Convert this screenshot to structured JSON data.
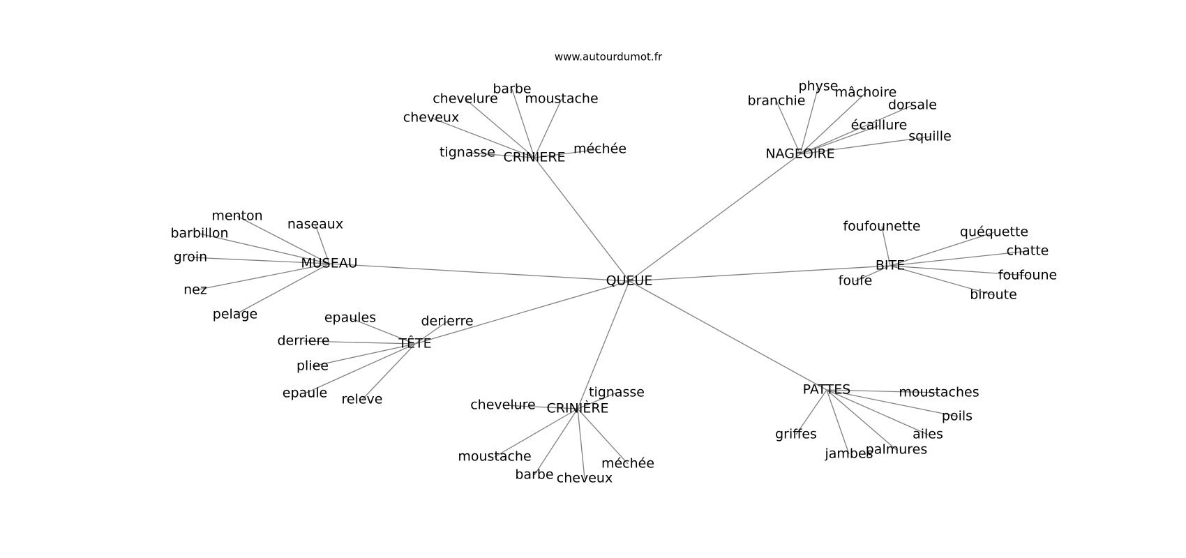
{
  "source_text": "www.autourdumot.fr",
  "graph": {
    "center": "QUEUE",
    "nodes": [
      {
        "id": "queue",
        "label": "QUEUE"
      },
      {
        "id": "criniere1",
        "label": "CRINIERE"
      },
      {
        "id": "c1_barbe",
        "label": "barbe"
      },
      {
        "id": "c1_chevelure",
        "label": "chevelure"
      },
      {
        "id": "c1_moustache",
        "label": "moustache"
      },
      {
        "id": "c1_cheveux",
        "label": "cheveux"
      },
      {
        "id": "c1_tignasse",
        "label": "tignasse"
      },
      {
        "id": "c1_mechee",
        "label": "méchée"
      },
      {
        "id": "nageoire",
        "label": "NAGEOIRE"
      },
      {
        "id": "n_branchie",
        "label": "branchie"
      },
      {
        "id": "n_physe",
        "label": "physe"
      },
      {
        "id": "n_machoire",
        "label": "mâchoire"
      },
      {
        "id": "n_dorsale",
        "label": "dorsale"
      },
      {
        "id": "n_ecaillure",
        "label": "écaillure"
      },
      {
        "id": "n_squille",
        "label": "squille"
      },
      {
        "id": "museau",
        "label": "MUSEAU"
      },
      {
        "id": "m_menton",
        "label": "menton"
      },
      {
        "id": "m_naseaux",
        "label": "naseaux"
      },
      {
        "id": "m_barbillon",
        "label": "barbillon"
      },
      {
        "id": "m_groin",
        "label": "groin"
      },
      {
        "id": "m_nez",
        "label": "nez"
      },
      {
        "id": "m_pelage",
        "label": "pelage"
      },
      {
        "id": "bite",
        "label": "BITE"
      },
      {
        "id": "b_foufounette",
        "label": "foufounette"
      },
      {
        "id": "b_quequette",
        "label": "quéquette"
      },
      {
        "id": "b_chatte",
        "label": "chatte"
      },
      {
        "id": "b_foufoune",
        "label": "foufoune"
      },
      {
        "id": "b_biroute",
        "label": "biroute"
      },
      {
        "id": "b_foufe",
        "label": "foufe"
      },
      {
        "id": "tete",
        "label": "TÊTE"
      },
      {
        "id": "t_epaules",
        "label": "epaules"
      },
      {
        "id": "t_derierre",
        "label": "derierre"
      },
      {
        "id": "t_derriere",
        "label": "derriere"
      },
      {
        "id": "t_pliee",
        "label": "pliee"
      },
      {
        "id": "t_epaule",
        "label": "epaule"
      },
      {
        "id": "t_releve",
        "label": "releve"
      },
      {
        "id": "criniere2",
        "label": "CRINIÈRE"
      },
      {
        "id": "c2_tignasse",
        "label": "tignasse"
      },
      {
        "id": "c2_chevelure",
        "label": "chevelure"
      },
      {
        "id": "c2_moustache",
        "label": "moustache"
      },
      {
        "id": "c2_barbe",
        "label": "barbe"
      },
      {
        "id": "c2_cheveux",
        "label": "cheveux"
      },
      {
        "id": "c2_mechee",
        "label": "méchée"
      },
      {
        "id": "pattes",
        "label": "PATTES"
      },
      {
        "id": "p_moustaches",
        "label": "moustaches"
      },
      {
        "id": "p_poils",
        "label": "poils"
      },
      {
        "id": "p_ailes",
        "label": "ailes"
      },
      {
        "id": "p_palmures",
        "label": "palmures"
      },
      {
        "id": "p_jambes",
        "label": "jambes"
      },
      {
        "id": "p_griffes",
        "label": "griffes"
      }
    ],
    "edges": [
      [
        "queue",
        "criniere1"
      ],
      [
        "queue",
        "nageoire"
      ],
      [
        "queue",
        "museau"
      ],
      [
        "queue",
        "bite"
      ],
      [
        "queue",
        "tete"
      ],
      [
        "queue",
        "criniere2"
      ],
      [
        "queue",
        "pattes"
      ],
      [
        "criniere1",
        "c1_barbe"
      ],
      [
        "criniere1",
        "c1_chevelure"
      ],
      [
        "criniere1",
        "c1_moustache"
      ],
      [
        "criniere1",
        "c1_cheveux"
      ],
      [
        "criniere1",
        "c1_tignasse"
      ],
      [
        "criniere1",
        "c1_mechee"
      ],
      [
        "nageoire",
        "n_branchie"
      ],
      [
        "nageoire",
        "n_physe"
      ],
      [
        "nageoire",
        "n_machoire"
      ],
      [
        "nageoire",
        "n_dorsale"
      ],
      [
        "nageoire",
        "n_ecaillure"
      ],
      [
        "nageoire",
        "n_squille"
      ],
      [
        "museau",
        "m_menton"
      ],
      [
        "museau",
        "m_naseaux"
      ],
      [
        "museau",
        "m_barbillon"
      ],
      [
        "museau",
        "m_groin"
      ],
      [
        "museau",
        "m_nez"
      ],
      [
        "museau",
        "m_pelage"
      ],
      [
        "bite",
        "b_foufounette"
      ],
      [
        "bite",
        "b_quequette"
      ],
      [
        "bite",
        "b_chatte"
      ],
      [
        "bite",
        "b_foufoune"
      ],
      [
        "bite",
        "b_biroute"
      ],
      [
        "bite",
        "b_foufe"
      ],
      [
        "tete",
        "t_epaules"
      ],
      [
        "tete",
        "t_derierre"
      ],
      [
        "tete",
        "t_derriere"
      ],
      [
        "tete",
        "t_pliee"
      ],
      [
        "tete",
        "t_epaule"
      ],
      [
        "tete",
        "t_releve"
      ],
      [
        "criniere2",
        "c2_tignasse"
      ],
      [
        "criniere2",
        "c2_chevelure"
      ],
      [
        "criniere2",
        "c2_moustache"
      ],
      [
        "criniere2",
        "c2_barbe"
      ],
      [
        "criniere2",
        "c2_cheveux"
      ],
      [
        "criniere2",
        "c2_mechee"
      ],
      [
        "pattes",
        "p_moustaches"
      ],
      [
        "pattes",
        "p_poils"
      ],
      [
        "pattes",
        "p_ailes"
      ],
      [
        "pattes",
        "p_palmures"
      ],
      [
        "pattes",
        "p_jambes"
      ],
      [
        "pattes",
        "p_griffes"
      ]
    ]
  },
  "colors": {
    "edge": "#808080",
    "text": "#000000",
    "background": "#ffffff"
  }
}
